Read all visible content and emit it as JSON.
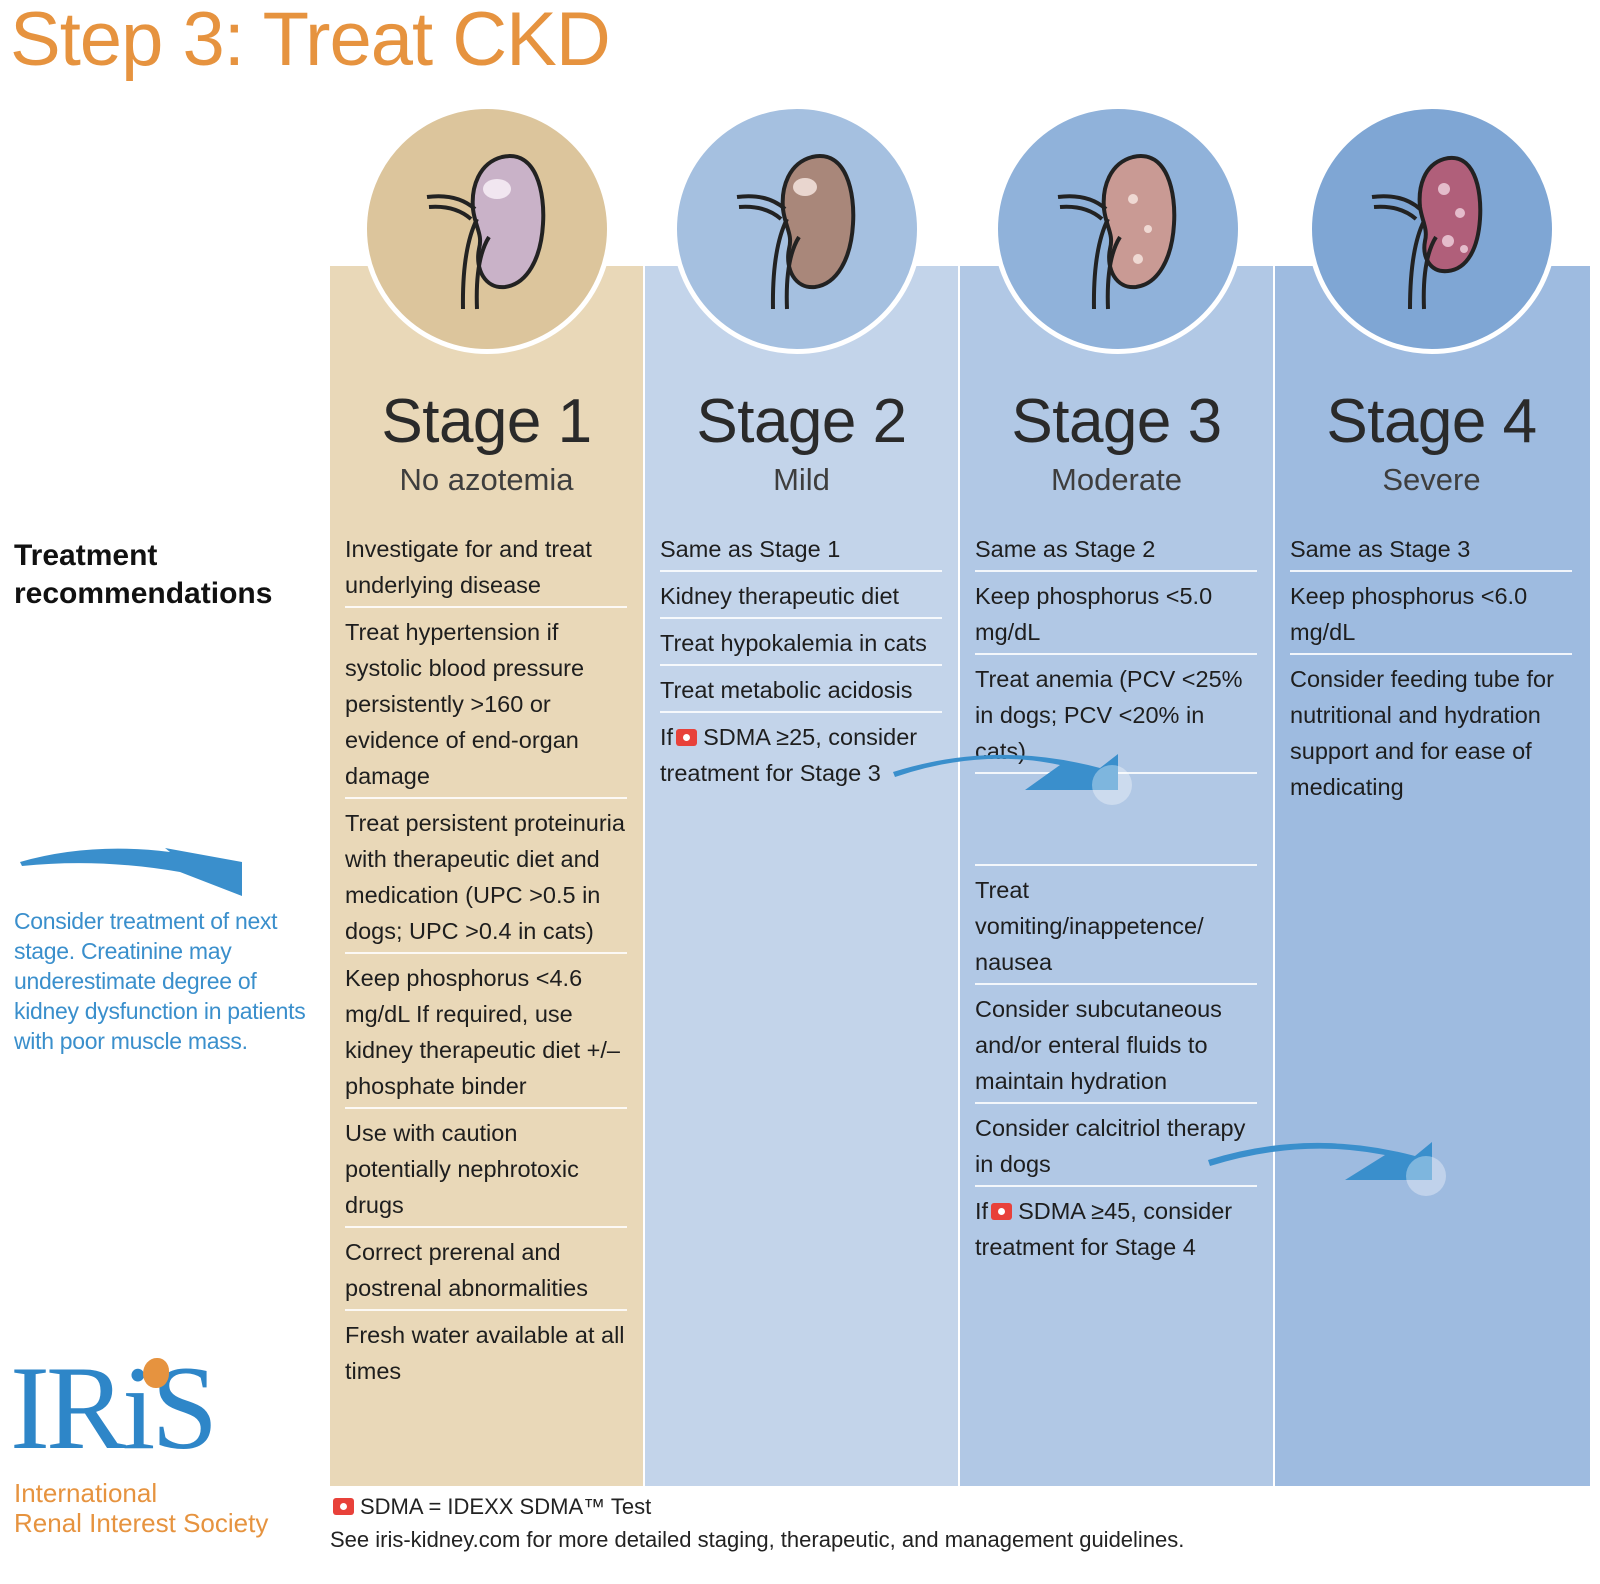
{
  "title": "Step 3: Treat CKD",
  "treatment_heading": [
    "Treatment",
    "recommendations"
  ],
  "side_note": "Consider treatment of next stage. Creatinine may underestimate degree of kidney dysfunction in patients with poor muscle mass.",
  "logo": {
    "mark": "IRiS",
    "org": [
      "International",
      "Renal Interest Society"
    ]
  },
  "colors": {
    "title": "#e6933f",
    "stage1": "#e9d8b8",
    "stage2": "#c3d4ea",
    "stage3": "#b1c8e5",
    "stage4": "#9ebbe0",
    "accent_blue": "#3a8fcc",
    "sdma_red": "#e8413a"
  },
  "stages": [
    {
      "name": "Stage 1",
      "subtitle": "No azotemia",
      "icon": "kidney-healthy-icon",
      "items": [
        "Investigate for and treat underlying disease",
        "Treat hypertension if systolic blood pressure persistently >160 or evidence of end-organ damage",
        "Treat persistent proteinuria with therapeutic diet and medication (UPC >0.5 in dogs; UPC >0.4 in cats)",
        "Keep phosphorus <4.6 mg/dL If required, use kidney therapeutic diet +/– phosphate binder",
        "Use with caution potentially nephrotoxic drugs",
        "Correct prerenal and postrenal abnormalities",
        "Fresh water available at all times"
      ]
    },
    {
      "name": "Stage 2",
      "subtitle": "Mild",
      "icon": "kidney-mild-icon",
      "items": [
        "Same as Stage 1",
        "Kidney therapeutic diet",
        "Treat hypokalemia in cats",
        "Treat metabolic acidosis"
      ],
      "sdma_item": {
        "prefix": "If",
        "text": "SDMA ≥25, consider treatment for Stage 3"
      }
    },
    {
      "name": "Stage 3",
      "subtitle": "Moderate",
      "icon": "kidney-moderate-icon",
      "items": [
        "Same as Stage 2",
        "Keep phosphorus <5.0 mg/dL",
        "Treat anemia (PCV <25% in dogs; PCV <20% in cats)"
      ],
      "items_after": [
        "Treat vomiting/inappetence/ nausea",
        "Consider subcutaneous and/or enteral fluids to maintain hydration",
        "Consider calcitriol therapy in dogs"
      ],
      "sdma_item": {
        "prefix": "If",
        "text": "SDMA ≥45, consider treatment for Stage 4"
      }
    },
    {
      "name": "Stage 4",
      "subtitle": "Severe",
      "icon": "kidney-severe-icon",
      "items": [
        "Same as Stage 3",
        "Keep phosphorus <6.0 mg/dL",
        "Consider feeding tube for nutritional and hydration support and for ease of medicating"
      ]
    }
  ],
  "footnote": {
    "legend": "SDMA = IDEXX SDMA™ Test",
    "link_text": "See iris-kidney.com for more detailed staging, therapeutic, and management guidelines."
  }
}
